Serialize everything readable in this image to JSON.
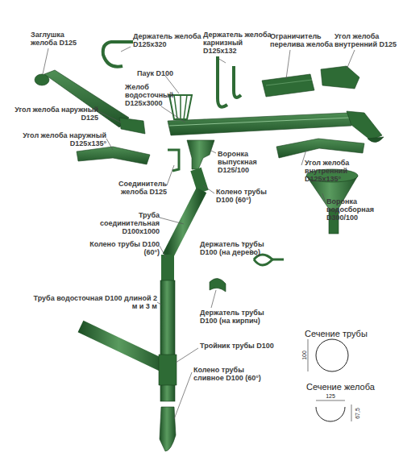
{
  "diagram": {
    "labels": [
      "Заглушка желоба D125",
      "Держатель желоба D125x320",
      "Держатель желоба карнизный D125x132",
      "Ограничитель перелива желоба",
      "Угол желоба внутренний D125",
      "Паук D100",
      "Желоб водосточный D125x3000",
      "Угол желоба наружный D125",
      "Угол желоба наружный D125x135°",
      "Воронка выпускная D125/100",
      "Угол желоба внутренний D125x135°",
      "Соединитель желоба D125",
      "Колено трубы D100 (60°)",
      "Труба соединительная D100x1000",
      "Воронка водосборная D300/100",
      "Колено трубы D100 (60°)",
      "Держатель трубы D100 (на дерево)",
      "Труба водосточная D100 длиной 2 м и 3 м",
      "Держатель трубы D100 (на кирпич)",
      "Тройник трубы D100",
      "Колено трубы сливное D100 (60°)",
      "Сечение трубы",
      "100",
      "Сечение желоба",
      "125",
      "67,5"
    ]
  }
}
